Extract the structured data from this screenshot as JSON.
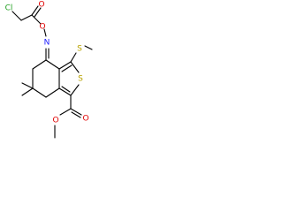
{
  "structure": {
    "atoms": {
      "cl": "Cl",
      "o_ester_carbonyl": "O",
      "o_ester": "O",
      "n_oxime": "N",
      "s_methylthio": "S",
      "s_ring": "S",
      "o_methyl_ester_carbonyl": "O",
      "o_methyl_ester": "O"
    }
  },
  "colors": {
    "chlorine": "#1f9f1f",
    "oxygen": "#e00000",
    "nitrogen": "#1a1aff",
    "sulfur": "#b8a200",
    "bond": "#000000"
  }
}
